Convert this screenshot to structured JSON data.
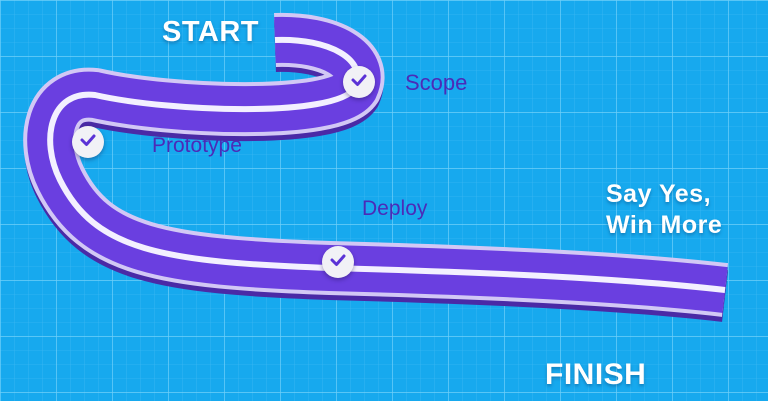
{
  "labels": {
    "start": "START",
    "finish": "FINISH",
    "scope": "Scope",
    "prototype": "Prototype",
    "deploy": "Deploy",
    "tagline_line1": "Say Yes,",
    "tagline_line2": "Win More"
  },
  "icons": {
    "milestone": "checkmark-icon"
  },
  "colors": {
    "background": "#17a9ee",
    "grid": "#5cc8f7",
    "road": "#6a3fe0",
    "road_edge": "#c9bff2",
    "lane": "#f3f0ff",
    "milestone_text": "#4b2bb8",
    "title_text": "#ffffff"
  }
}
